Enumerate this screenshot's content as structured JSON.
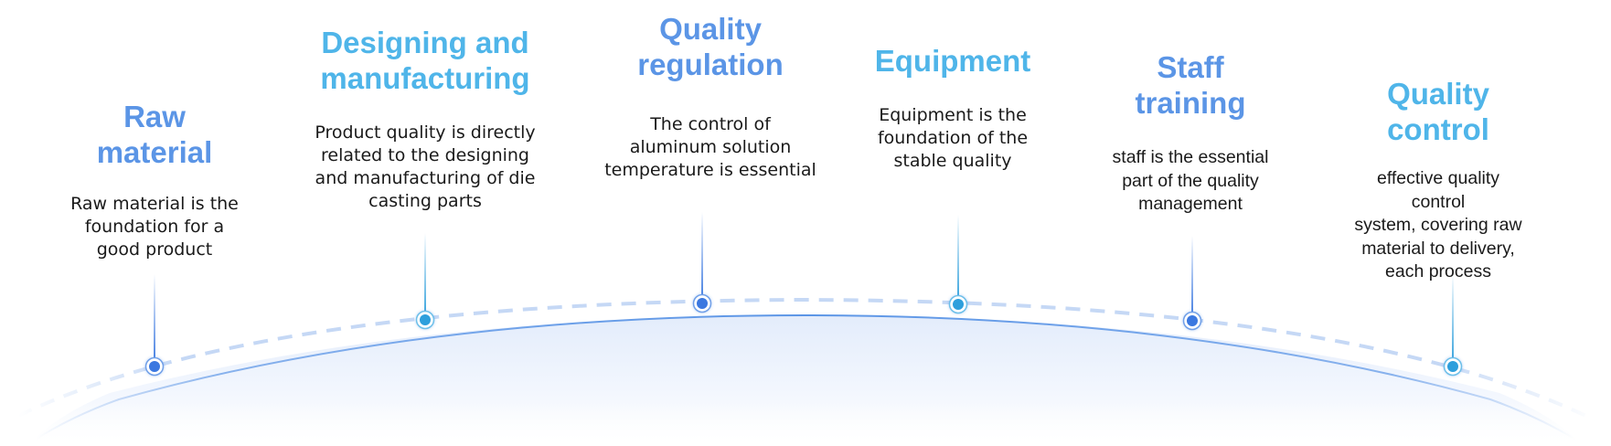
{
  "diagram": {
    "type": "quality-factors-arc",
    "colors": {
      "title_blue": "#5b95e6",
      "title_cyan": "#4fb5e9",
      "dot_blue": "#3a78e0",
      "dot_cyan": "#2e9fdc",
      "dashed_arc": "#c5d8f5",
      "solid_arc": "#5b95e6",
      "fill_top": "#e6eefb",
      "text": "#1a1a1a"
    },
    "items": [
      {
        "title": "Raw\nmaterial",
        "description": "Raw material is the\nfoundation for a\ngood product",
        "accent": "blue"
      },
      {
        "title": "Designing and\nmanufacturing",
        "description": "Product quality is directly\nrelated to the designing\nand manufacturing of die\ncasting parts",
        "accent": "cyan"
      },
      {
        "title": "Quality\nregulation",
        "description": "The control of\naluminum solution\ntemperature is essential",
        "accent": "blue"
      },
      {
        "title": "Equipment",
        "description": "Equipment is the\nfoundation of the\nstable quality",
        "accent": "cyan"
      },
      {
        "title": "Staff\ntraining",
        "description": "staff is the essential\npart of the quality\nmanagement",
        "accent": "blue"
      },
      {
        "title": "Quality\ncontrol",
        "description": "effective quality control\nsystem, covering raw\nmaterial to delivery,\neach process",
        "accent": "cyan"
      }
    ]
  }
}
